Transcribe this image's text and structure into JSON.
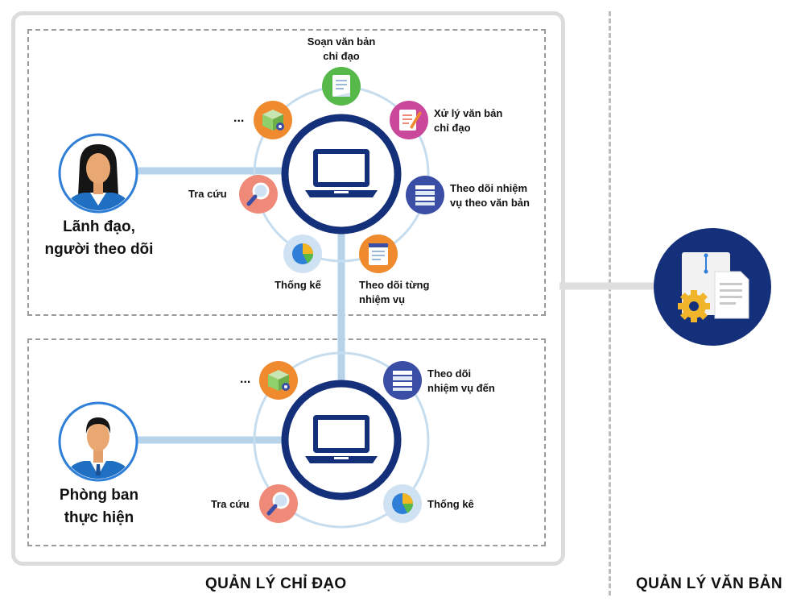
{
  "top_panel": {
    "actor_label": "Lãnh đạo,\nngười theo dõi",
    "modules": {
      "compose": "Soạn văn bản\nchỉ đạo",
      "process": "Xử lý văn bản\nchỉ đạo",
      "track_by_doc": "Theo dõi nhiệm\nvụ theo văn bản",
      "track_each": "Theo dõi từng\nnhiệm vụ",
      "stats": "Thống kế",
      "search": "Tra cứu",
      "more": "..."
    }
  },
  "bottom_panel": {
    "actor_label": "Phòng ban\nthực hiện",
    "modules": {
      "track_incoming": "Theo dõi\nnhiệm vụ đến",
      "stats": "Thống kê",
      "search": "Tra cứu",
      "more": "..."
    }
  },
  "footer": {
    "left_title": "QUẢN LÝ CHỈ ĐẠO",
    "right_title": "QUẢN LÝ VĂN BẢN"
  },
  "icons": {
    "compose": "document-edit-icon",
    "process": "document-pen-icon",
    "track_by_doc": "document-stack-icon",
    "track_each": "notepad-icon",
    "stats": "pie-chart-icon",
    "search": "magnifier-icon",
    "more": "box-gear-icon",
    "hub": "laptop-icon",
    "doc_system": "document-gear-icon"
  },
  "colors": {
    "navy": "#15307a",
    "ring": "#c5ddef",
    "connector": "#b7d3ea",
    "green": "#57b94a",
    "magenta": "#c9489b",
    "indigo": "#3a4ea6",
    "orange": "#ef8a2e",
    "salmon": "#f08a78",
    "lightblue": "#cfe2f3"
  }
}
